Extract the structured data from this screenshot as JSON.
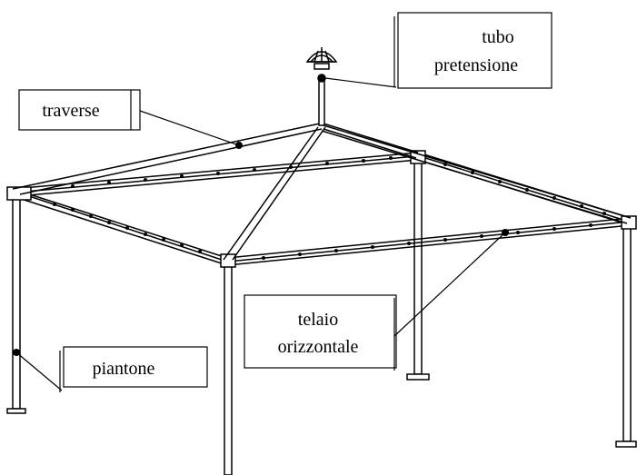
{
  "labels": {
    "tubo_pretensione": {
      "line1": "tubo",
      "line2": "pretensione"
    },
    "traverse": "traverse",
    "telaio_orizzontale": {
      "line1": "telaio",
      "line2": "orizzontale"
    },
    "piantone": "piantone"
  },
  "colors": {
    "stroke": "#000000",
    "background": "#ffffff"
  }
}
